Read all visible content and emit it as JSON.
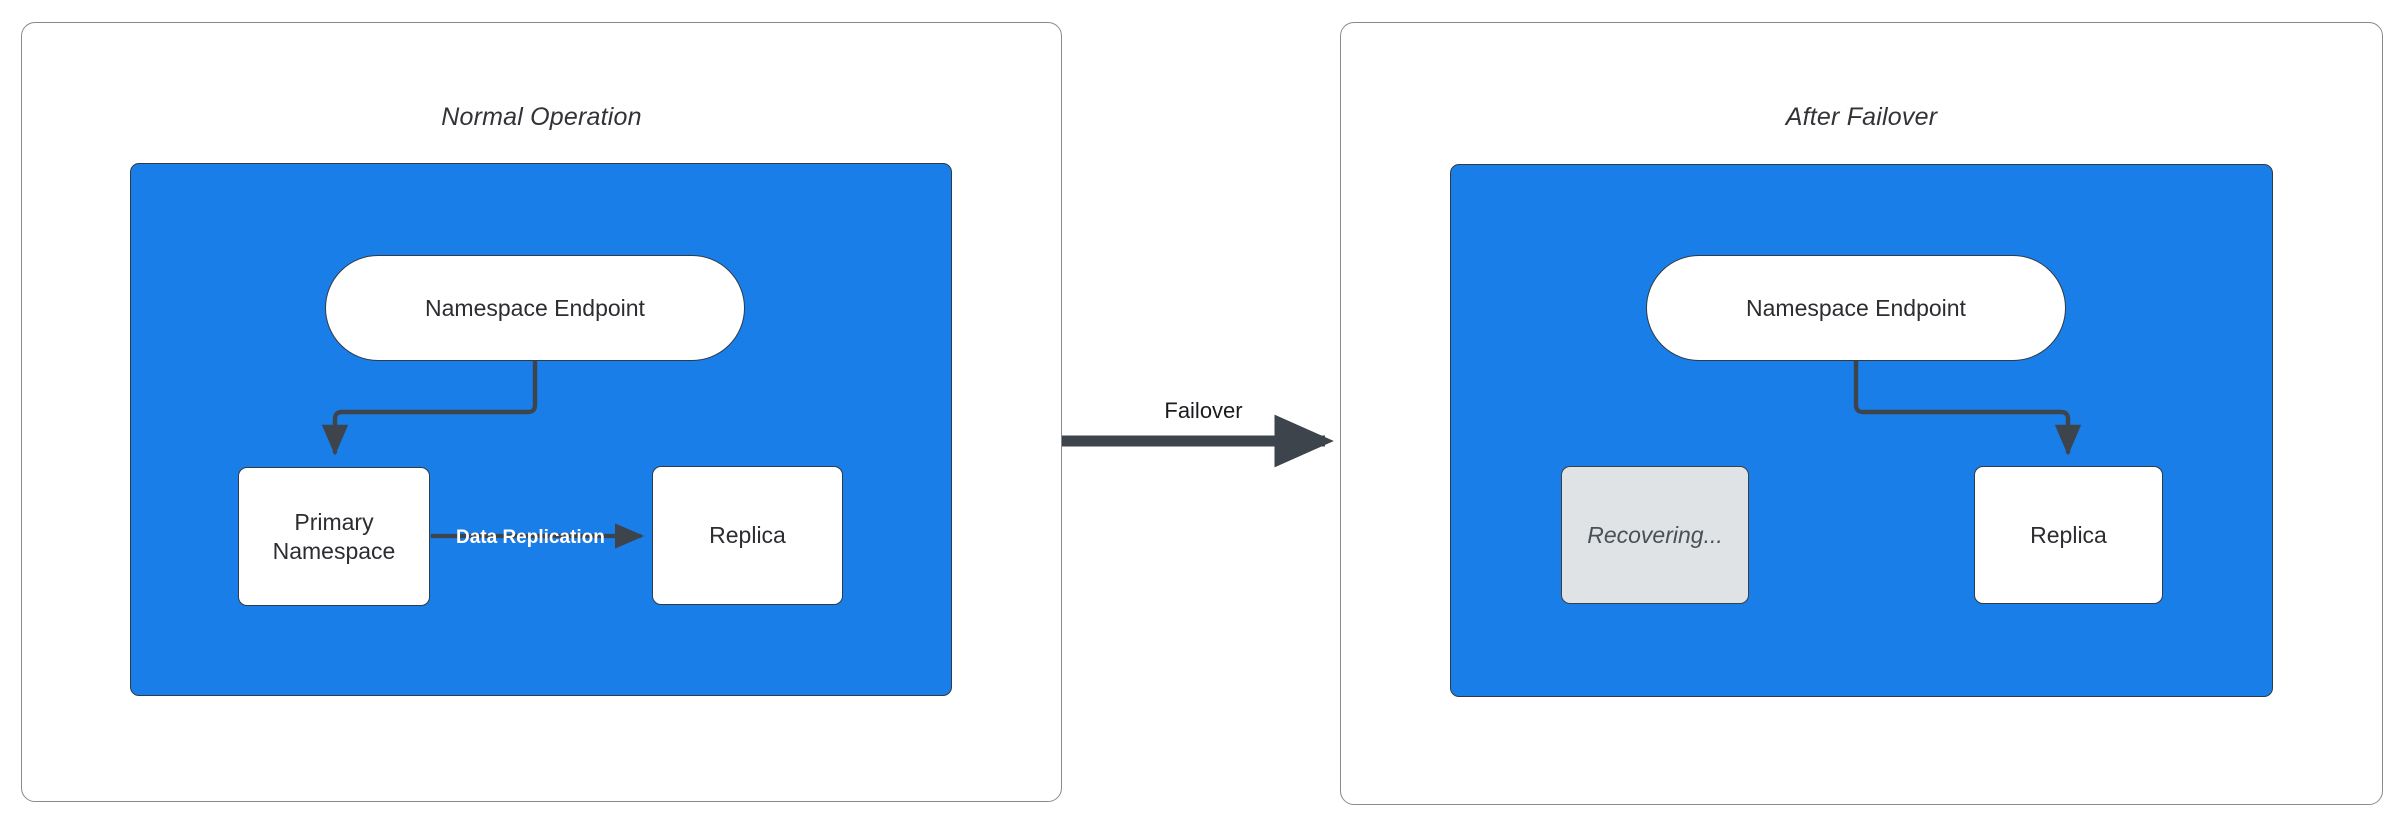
{
  "diagram": {
    "title_left": "Normal Operation",
    "title_right": "After Failover",
    "transition_label": "Failover",
    "accent_blue": "#1a7ee8",
    "node_stroke": "#2f3b45",
    "muted_fill": "#e0e3e6",
    "panel_border": "#8a8a8a"
  },
  "left_panel": {
    "title": "Normal Operation",
    "nodes": {
      "endpoint": "Namespace Endpoint",
      "primary_line1": "Primary",
      "primary_line2": "Namespace",
      "replica": "Replica"
    },
    "edges": {
      "replication": "Data Replication"
    }
  },
  "right_panel": {
    "title": "After Failover",
    "nodes": {
      "endpoint": "Namespace Endpoint",
      "recovering": "Recovering...",
      "replica": "Replica"
    }
  }
}
